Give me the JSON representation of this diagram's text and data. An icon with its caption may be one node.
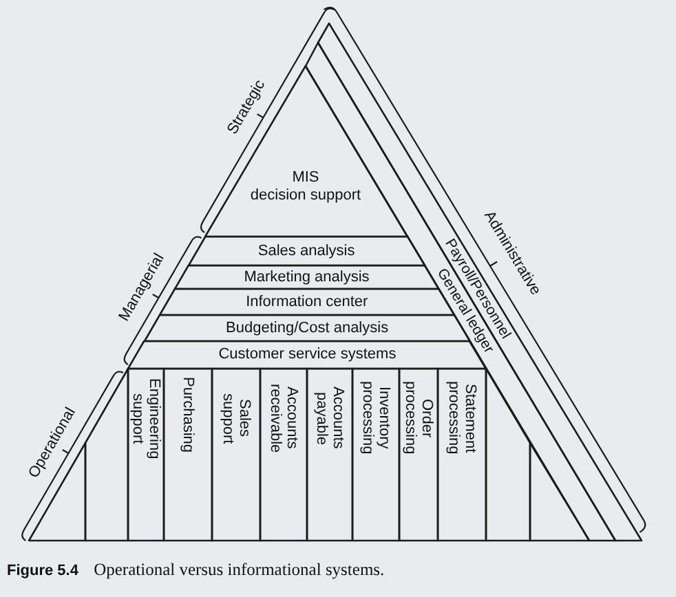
{
  "diagram": {
    "caption": "**Figure 5.4** Operational versus informational systems.",
    "nodes": [
      {
        "text": [
          "MIS",
          "decision support"
        ]
      },
      {
        "text": [
          "Sales analysis"
        ]
      },
      {
        "text": [
          "Marketing analysis"
        ]
      },
      {
        "text": [
          "Information center"
        ]
      },
      {
        "text": [
          "Budgeting/Cost analysis"
        ]
      },
      {
        "text": [
          "Customer service systems"
        ]
      },
      {
        "text": [],
        "shape": "triangle"
      },
      {
        "text": [],
        "shape": "box"
      },
      {
        "text": [
          "Engineering support"
        ]
      },
      {
        "text": [
          "Purchasing"
        ]
      },
      {
        "text": [
          "Sales support"
        ]
      },
      {
        "text": [
          "Accounts receivable"
        ]
      },
      {
        "text": [
          "Accounts payable"
        ]
      },
      {
        "text": [
          "Inventory processing"
        ]
      },
      {
        "text": [
          "Order processing"
        ]
      },
      {
        "text": [
          "Statement processing"
        ]
      },
      {
        "text": [],
        "shape": "box"
      },
      {
        "text": [],
        "shape": "triangle"
      },
      {
        "text": [
          "General ledger"
        ]
      },
      {
        "text": [
          "Payroll/Personnel"
        ]
      }
    ],
    "labels": [
      "Strategic",
      "Managerial",
      "Operational",
      "Administrative"
    ]
  }
}
